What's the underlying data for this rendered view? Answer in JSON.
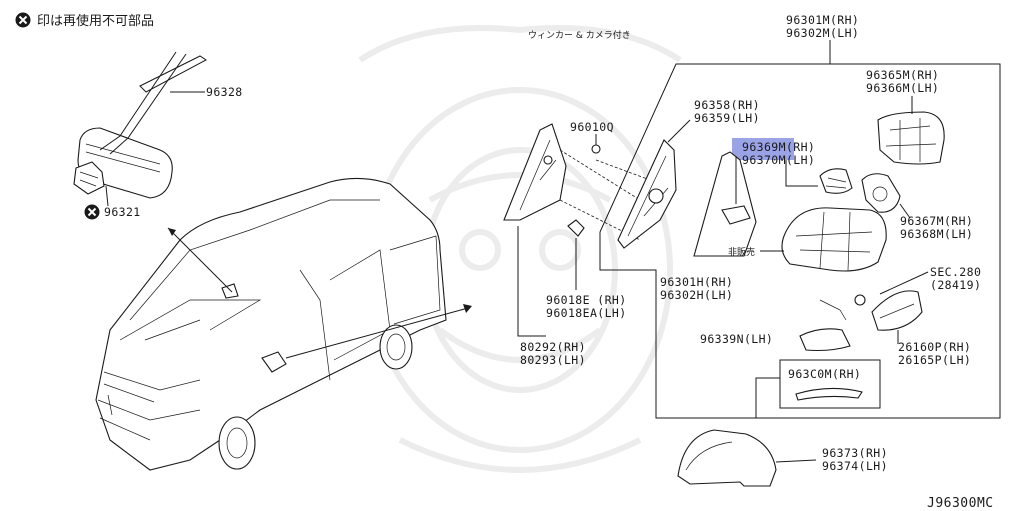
{
  "notice": {
    "text": "印は再使用不可部品"
  },
  "header_note": {
    "text": "ウィンカー & カメラ付き"
  },
  "labels": {
    "p96328": "96328",
    "p96321": "96321",
    "p96010q": "96010Q",
    "p96358": "96358(RH)",
    "p96359": "96359(LH)",
    "p96301m": "96301M(RH)",
    "p96302m": "96302M(LH)",
    "p96365m": "96365M(RH)",
    "p96366m": "96366M(LH)",
    "p96369m": "96369M(RH)",
    "p96370m": "96370M(LH)",
    "p96367m": "96367M(RH)",
    "p96368m": "96368M(LH)",
    "hihanbai": "非販売",
    "sec280": "SEC.280",
    "p28419": "(28419)",
    "p96301h": "96301H(RH)",
    "p96302h": "96302H(LH)",
    "p96018e": "96018E (RH)",
    "p96018ea": "96018EA(LH)",
    "p80292": "80292(RH)",
    "p80293": "80293(LH)",
    "p96339n": "96339N(LH)",
    "p26160p": "26160P(RH)",
    "p26165p": "26165P(LH)",
    "p963c0m": "963C0M(RH)",
    "p96373": "96373(RH)",
    "p96374": "96374(LH)"
  },
  "diagram_code": "J96300MC",
  "colors": {
    "highlight": "#9aa3e6",
    "ink": "#1a1a1a",
    "watermark": "#ececec"
  },
  "icons": {
    "non_reusable": "x-circle-icon"
  }
}
